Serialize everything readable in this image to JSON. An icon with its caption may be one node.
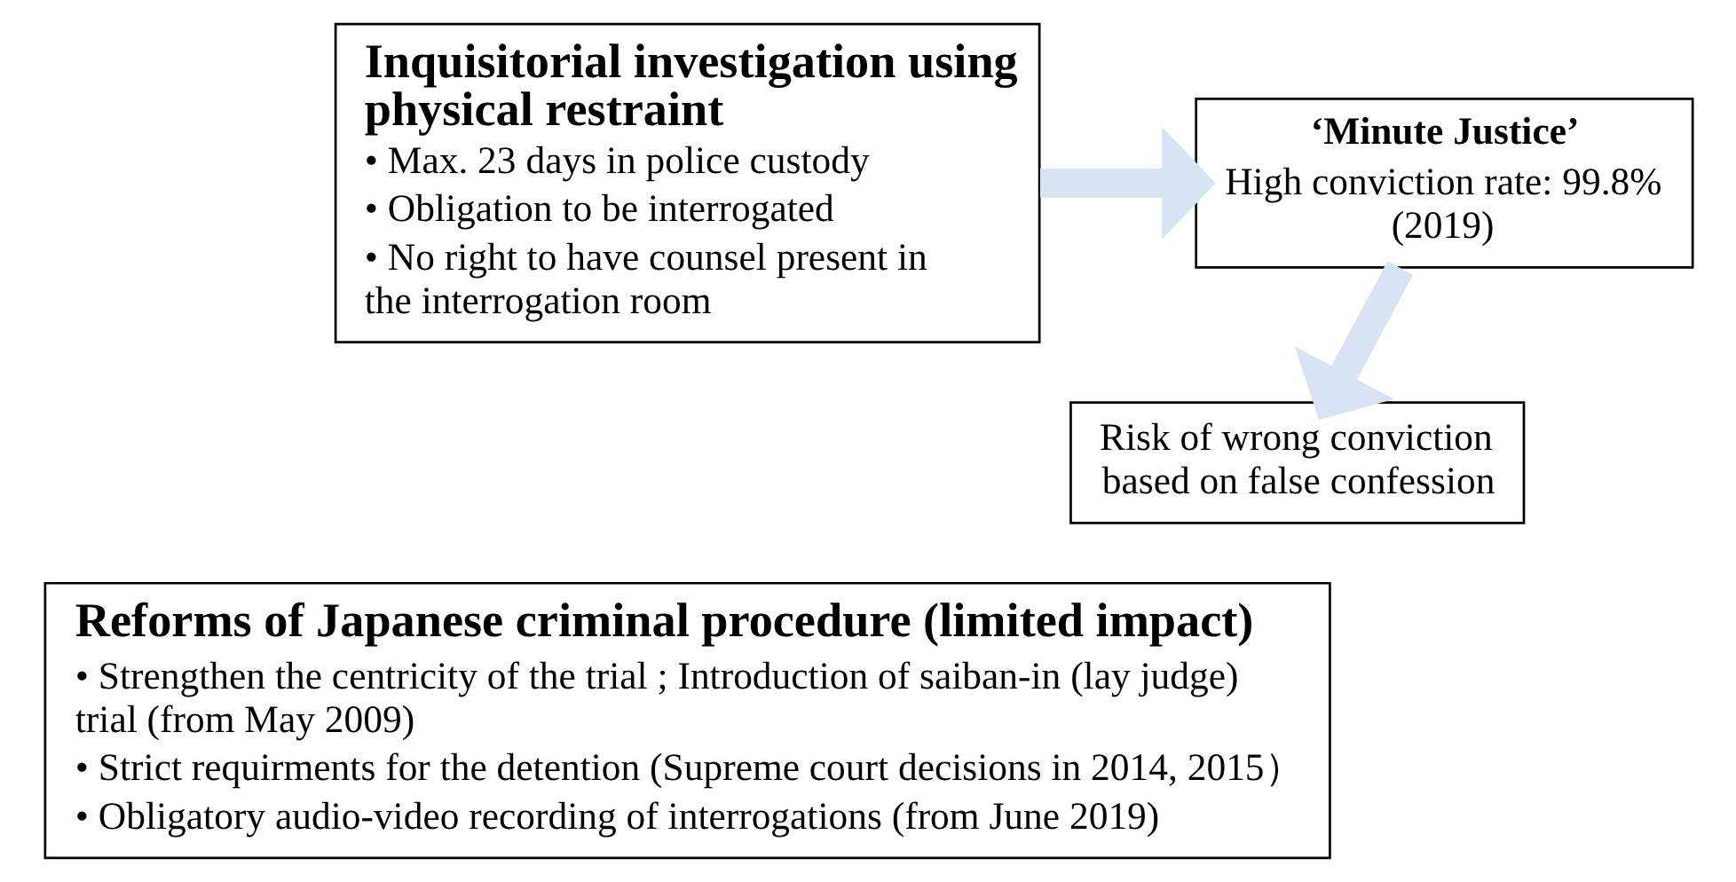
{
  "diagram": {
    "nodes": [
      {
        "text": [
          "Inquisitorial investigation using physical restraint",
          "• Max. 23 days in police custody",
          "• Obligation to be interrogated",
          "• No right to have counsel present in the interrogation room"
        ]
      },
      {
        "text": [
          "‘Minute Justice’",
          "High conviction rate: 99.8% (2019)"
        ]
      },
      {
        "text": [
          "Risk of wrong conviction based on false confession"
        ]
      },
      {
        "text": [
          "Reforms of Japanese criminal procedure (limited impact)",
          "• Strengthen the centricity of the trial ; Introduction of saiban-in (lay judge) trial (from May 2009)",
          "• Strict requirments for the detention (Supreme court decisions in 2014, 2015）",
          "• Obligatory audio-video recording of interrogations (from June 2019)"
        ]
      }
    ],
    "edges": [
      {
        "from": 0,
        "to": 1,
        "arrow": "to"
      },
      {
        "from": 1,
        "to": 2,
        "arrow": "to"
      }
    ]
  }
}
